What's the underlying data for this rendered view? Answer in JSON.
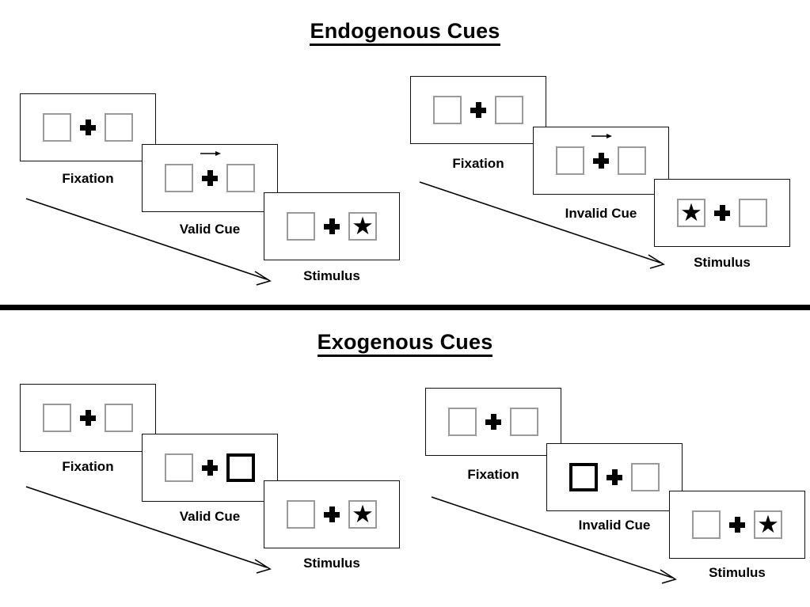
{
  "sections": [
    {
      "id": "endogenous",
      "title": "Endogenous Cues",
      "columns": [
        {
          "id": "endogenous-valid",
          "panels": [
            {
              "caption": "Fixation",
              "cue_type": "none",
              "left_box": "empty",
              "right_box": "empty"
            },
            {
              "caption": "Valid Cue",
              "cue_type": "arrow-right",
              "left_box": "empty",
              "right_box": "empty"
            },
            {
              "caption": "Stimulus",
              "cue_type": "none",
              "left_box": "empty",
              "right_box": "star"
            }
          ]
        },
        {
          "id": "endogenous-invalid",
          "panels": [
            {
              "caption": "Fixation",
              "cue_type": "none",
              "left_box": "empty",
              "right_box": "empty"
            },
            {
              "caption": "Invalid Cue",
              "cue_type": "arrow-right",
              "left_box": "empty",
              "right_box": "empty"
            },
            {
              "caption": "Stimulus",
              "cue_type": "none",
              "left_box": "star",
              "right_box": "empty"
            }
          ]
        }
      ]
    },
    {
      "id": "exogenous",
      "title": "Exogenous Cues",
      "columns": [
        {
          "id": "exogenous-valid",
          "panels": [
            {
              "caption": "Fixation",
              "cue_type": "none",
              "left_box": "empty",
              "right_box": "empty"
            },
            {
              "caption": "Valid Cue",
              "cue_type": "highlight-right",
              "left_box": "empty",
              "right_box": "cued"
            },
            {
              "caption": "Stimulus",
              "cue_type": "none",
              "left_box": "empty",
              "right_box": "star"
            }
          ]
        },
        {
          "id": "exogenous-invalid",
          "panels": [
            {
              "caption": "Fixation",
              "cue_type": "none",
              "left_box": "empty",
              "right_box": "empty"
            },
            {
              "caption": "Invalid Cue",
              "cue_type": "highlight-left",
              "left_box": "cued",
              "right_box": "empty"
            },
            {
              "caption": "Stimulus",
              "cue_type": "none",
              "left_box": "empty",
              "right_box": "star"
            }
          ]
        }
      ]
    }
  ],
  "glyphs": {
    "star": "★"
  },
  "colors": {
    "panel_border": "#111111",
    "box_border": "#9a9a9a",
    "cue_border": "#000000",
    "ink": "#000000",
    "background": "#ffffff"
  }
}
